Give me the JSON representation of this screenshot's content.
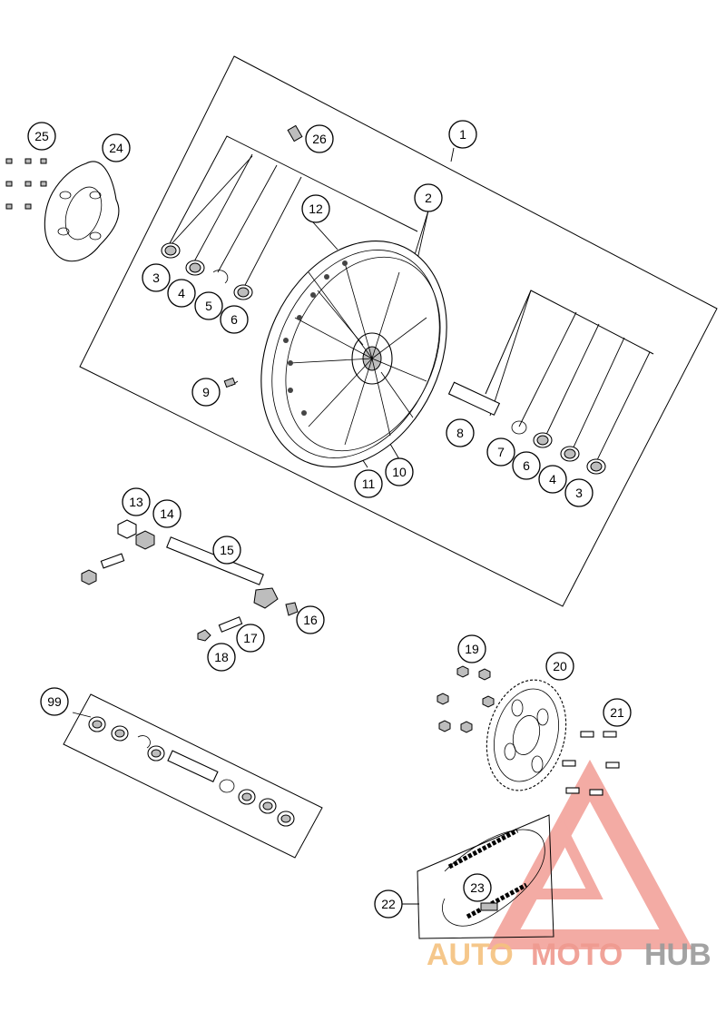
{
  "callouts": [
    {
      "id": "1",
      "label": "1"
    },
    {
      "id": "2",
      "label": "2"
    },
    {
      "id": "3a",
      "label": "3"
    },
    {
      "id": "4a",
      "label": "4"
    },
    {
      "id": "5",
      "label": "5"
    },
    {
      "id": "6a",
      "label": "6"
    },
    {
      "id": "7",
      "label": "7"
    },
    {
      "id": "6b",
      "label": "6"
    },
    {
      "id": "4b",
      "label": "4"
    },
    {
      "id": "3b",
      "label": "3"
    },
    {
      "id": "8",
      "label": "8"
    },
    {
      "id": "9",
      "label": "9"
    },
    {
      "id": "10",
      "label": "10"
    },
    {
      "id": "11",
      "label": "11"
    },
    {
      "id": "12",
      "label": "12"
    },
    {
      "id": "13",
      "label": "13"
    },
    {
      "id": "14",
      "label": "14"
    },
    {
      "id": "15",
      "label": "15"
    },
    {
      "id": "16",
      "label": "16"
    },
    {
      "id": "17",
      "label": "17"
    },
    {
      "id": "18",
      "label": "18"
    },
    {
      "id": "19",
      "label": "19"
    },
    {
      "id": "20",
      "label": "20"
    },
    {
      "id": "21",
      "label": "21"
    },
    {
      "id": "22",
      "label": "22"
    },
    {
      "id": "23",
      "label": "23"
    },
    {
      "id": "24",
      "label": "24"
    },
    {
      "id": "25",
      "label": "25"
    },
    {
      "id": "26",
      "label": "26"
    },
    {
      "id": "99",
      "label": "99"
    }
  ],
  "watermark": {
    "part1": "AUTO",
    "part2": "MOTO",
    "part3": "HUB",
    "color_light": "#f7c99a",
    "color_mid": "#ef9a8f",
    "color_dark": "#9a9a9a"
  }
}
